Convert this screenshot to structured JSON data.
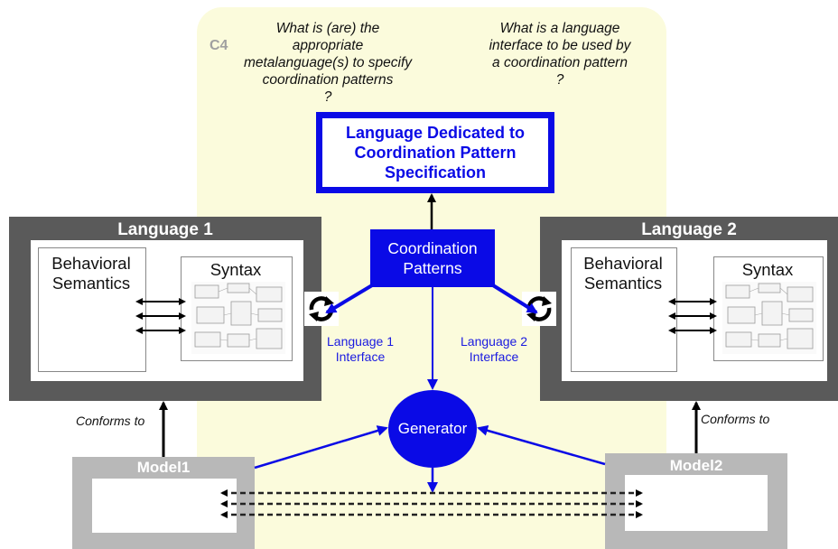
{
  "region": {
    "label": "C4"
  },
  "questions": {
    "left": [
      "What is (are) the",
      "appropriate",
      "metalanguage(s) to specify",
      "coordination patterns",
      "?"
    ],
    "right": [
      "What is a language",
      "interface to be used by",
      "a coordination pattern",
      "?"
    ]
  },
  "dedicated_language": [
    "Language Dedicated to",
    "Coordination Pattern",
    "Specification"
  ],
  "coordination_patterns": [
    "Coordination",
    "Patterns"
  ],
  "language1": {
    "title": "Language 1",
    "semantics": [
      "Behavioral",
      "Semantics"
    ],
    "syntax": "Syntax",
    "interface": [
      "Language 1",
      "Interface"
    ]
  },
  "language2": {
    "title": "Language 2",
    "semantics": [
      "Behavioral",
      "Semantics"
    ],
    "syntax": "Syntax",
    "interface": [
      "Language 2",
      "Interface"
    ]
  },
  "generator": "Generator",
  "model1": {
    "title": "Model1",
    "conforms": "Conforms to"
  },
  "model2": {
    "title": "Model2",
    "conforms": "Conforms to"
  },
  "icons": {
    "cycle": "cycle-arrows-icon"
  },
  "colors": {
    "blue": "#0a0ae6",
    "dark_gray": "#5a5a5a",
    "light_gray": "#b8b8b8",
    "region": "#fbfbdc"
  }
}
